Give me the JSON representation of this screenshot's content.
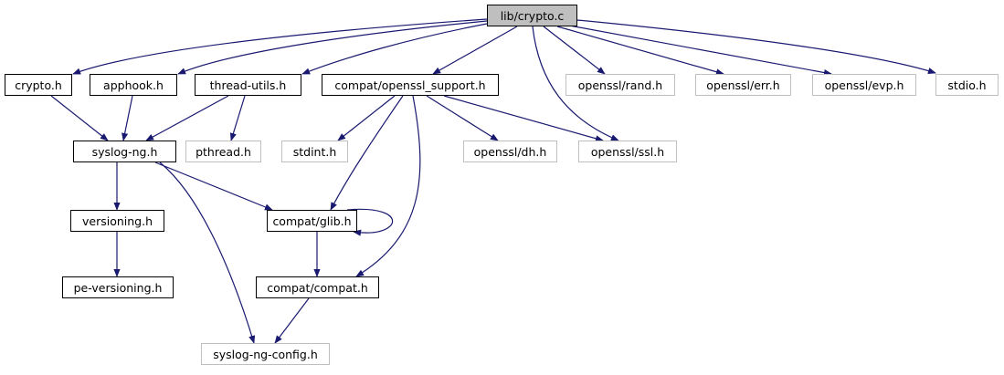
{
  "diagram": {
    "type": "include-dependency-graph",
    "edge_color": "#191970",
    "nodes": [
      {
        "id": "root",
        "label": "lib/crypto.c",
        "kind": "root"
      },
      {
        "id": "crypto_h",
        "label": "crypto.h",
        "kind": "local"
      },
      {
        "id": "apphook_h",
        "label": "apphook.h",
        "kind": "local"
      },
      {
        "id": "thread_utils_h",
        "label": "thread-utils.h",
        "kind": "local"
      },
      {
        "id": "openssl_support_h",
        "label": "compat/openssl_support.h",
        "kind": "local"
      },
      {
        "id": "openssl_rand_h",
        "label": "openssl/rand.h",
        "kind": "system"
      },
      {
        "id": "openssl_err_h",
        "label": "openssl/err.h",
        "kind": "system"
      },
      {
        "id": "openssl_evp_h",
        "label": "openssl/evp.h",
        "kind": "system"
      },
      {
        "id": "stdio_h",
        "label": "stdio.h",
        "kind": "system"
      },
      {
        "id": "syslog_ng_h",
        "label": "syslog-ng.h",
        "kind": "local"
      },
      {
        "id": "pthread_h",
        "label": "pthread.h",
        "kind": "system"
      },
      {
        "id": "stdint_h",
        "label": "stdint.h",
        "kind": "system"
      },
      {
        "id": "openssl_dh_h",
        "label": "openssl/dh.h",
        "kind": "system"
      },
      {
        "id": "openssl_ssl_h",
        "label": "openssl/ssl.h",
        "kind": "system"
      },
      {
        "id": "versioning_h",
        "label": "versioning.h",
        "kind": "local"
      },
      {
        "id": "compat_glib_h",
        "label": "compat/glib.h",
        "kind": "local"
      },
      {
        "id": "pe_versioning_h",
        "label": "pe-versioning.h",
        "kind": "local"
      },
      {
        "id": "compat_compat_h",
        "label": "compat/compat.h",
        "kind": "local"
      },
      {
        "id": "syslog_ng_config_h",
        "label": "syslog-ng-config.h",
        "kind": "system"
      }
    ],
    "edges": [
      {
        "from": "root",
        "to": "crypto_h"
      },
      {
        "from": "root",
        "to": "apphook_h"
      },
      {
        "from": "root",
        "to": "thread_utils_h"
      },
      {
        "from": "root",
        "to": "openssl_support_h"
      },
      {
        "from": "root",
        "to": "openssl_rand_h"
      },
      {
        "from": "root",
        "to": "openssl_err_h"
      },
      {
        "from": "root",
        "to": "openssl_evp_h"
      },
      {
        "from": "root",
        "to": "stdio_h"
      },
      {
        "from": "root",
        "to": "openssl_ssl_h"
      },
      {
        "from": "crypto_h",
        "to": "syslog_ng_h"
      },
      {
        "from": "apphook_h",
        "to": "syslog_ng_h"
      },
      {
        "from": "thread_utils_h",
        "to": "syslog_ng_h"
      },
      {
        "from": "thread_utils_h",
        "to": "pthread_h"
      },
      {
        "from": "openssl_support_h",
        "to": "stdint_h"
      },
      {
        "from": "openssl_support_h",
        "to": "openssl_dh_h"
      },
      {
        "from": "openssl_support_h",
        "to": "openssl_ssl_h"
      },
      {
        "from": "openssl_support_h",
        "to": "compat_glib_h"
      },
      {
        "from": "openssl_support_h",
        "to": "compat_compat_h"
      },
      {
        "from": "syslog_ng_h",
        "to": "versioning_h"
      },
      {
        "from": "syslog_ng_h",
        "to": "compat_glib_h"
      },
      {
        "from": "syslog_ng_h",
        "to": "syslog_ng_config_h"
      },
      {
        "from": "versioning_h",
        "to": "pe_versioning_h"
      },
      {
        "from": "compat_glib_h",
        "to": "compat_glib_h"
      },
      {
        "from": "compat_glib_h",
        "to": "compat_compat_h"
      },
      {
        "from": "compat_compat_h",
        "to": "syslog_ng_config_h"
      }
    ]
  }
}
